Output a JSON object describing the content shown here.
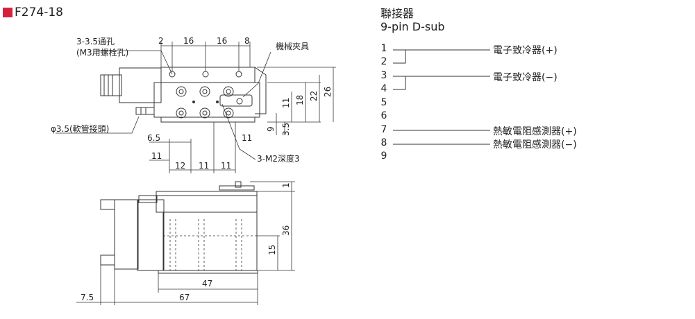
{
  "model": {
    "code": "F274-18",
    "accent_color": "#d6213d"
  },
  "connector": {
    "title_zh": "聯接器",
    "title_en": "9-pin D-sub",
    "pins": [
      "1",
      "2",
      "3",
      "4",
      "5",
      "6",
      "7",
      "8",
      "9"
    ],
    "labels": {
      "cooler_pos": "電子致冷器(+)",
      "cooler_neg": "電子致冷器(−)",
      "thermistor_pos": "熱敏電阻感測器(+)",
      "thermistor_neg": "熱敏電阻感測器(−)"
    }
  },
  "callouts": {
    "hole": "3-3.5通孔",
    "hole_sub": "(M3用螺栓孔)",
    "clamp": "機械夾具",
    "hose": "φ3.5(軟管接頭)",
    "tap": "3-M2深度3"
  },
  "dimensions": {
    "top": [
      "2",
      "16",
      "16",
      "8"
    ],
    "right": [
      "11",
      "18",
      "22",
      "26"
    ],
    "right_lower": [
      "9",
      "3.5"
    ],
    "left_lower": [
      "6.5",
      "11"
    ],
    "bottom": [
      "12",
      "11",
      "11"
    ],
    "mid_11": "11",
    "side_top": "1",
    "side_right": [
      "36",
      "15"
    ],
    "side_bottom": [
      "47",
      "7.5",
      "67"
    ]
  }
}
